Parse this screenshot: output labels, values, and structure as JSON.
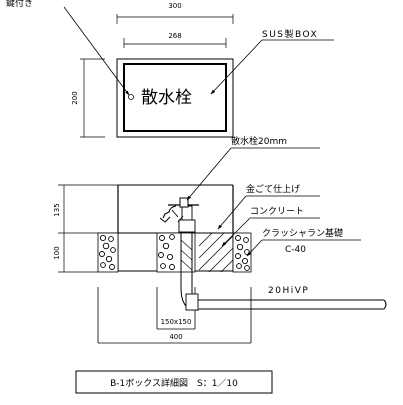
{
  "plan": {
    "handle_label": "鍵付き",
    "box_label": "SUS製BOX",
    "box_text": "散水栓",
    "dim_outer_width": "300",
    "dim_inner_width": "268",
    "dim_height": "200"
  },
  "section": {
    "faucet_label": "散水栓20mm",
    "trowel_label": "金ごて仕上げ",
    "concrete_label": "コンクリート",
    "crusher_label": "クラッシャラン基礎",
    "crusher_grade": "C-40",
    "pipe_label": "20HiVP",
    "dim_upper": "135",
    "dim_lower": "100",
    "dim_pit": "150x150",
    "dim_base": "400"
  },
  "title": "B-1ボックス詳細図　S：1／10"
}
